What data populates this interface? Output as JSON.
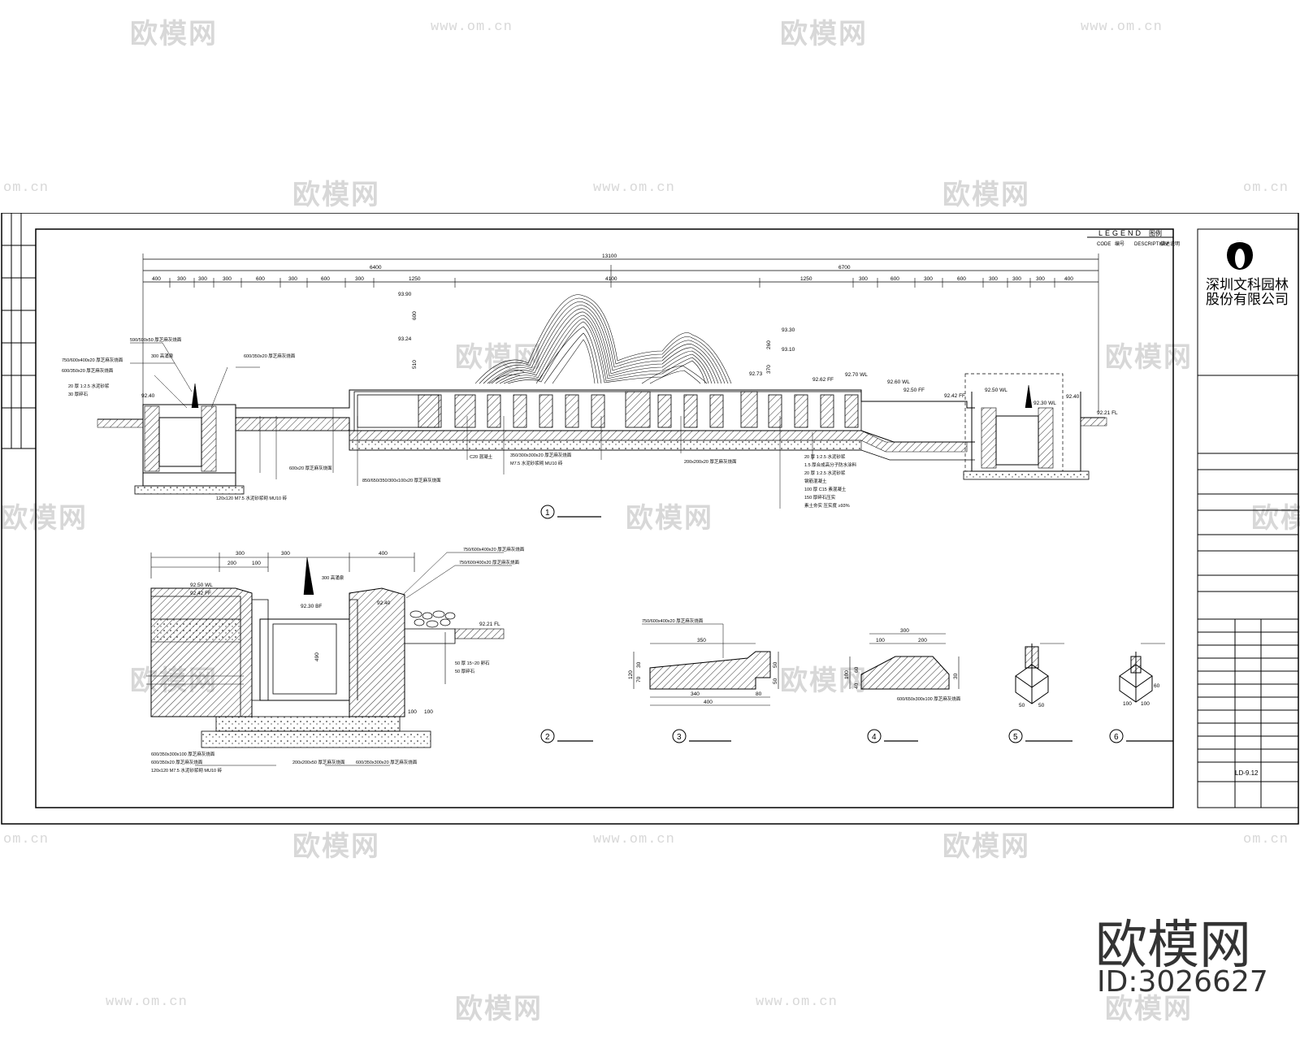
{
  "watermark": {
    "brand": "欧模网",
    "url": "www.om.cn",
    "url_partial": "om.cn"
  },
  "footer": {
    "brand": "欧模网",
    "id": "ID:3026627"
  },
  "legend": {
    "title": "LEGEND",
    "title_cn": "图例",
    "code": "CODE",
    "code_cn": "编号",
    "description": "DESCRIPTION",
    "description_cn": "描述说明"
  },
  "company": {
    "name_line1": "深圳文科园林",
    "name_line2": "股份有限公司"
  },
  "section1": {
    "num": "1",
    "overall": "13100",
    "left_span": "6400",
    "right_span": "6700",
    "dims": [
      "400",
      "300",
      "300",
      "300",
      "600",
      "300",
      "600",
      "300",
      "1250",
      "4100",
      "1250",
      "300",
      "600",
      "300",
      "600",
      "300",
      "300",
      "300",
      "400"
    ],
    "levels": [
      "93.90",
      "93.24",
      "93.30",
      "93.10",
      "92.73",
      "92.62 FF",
      "92.70 WL",
      "92.60 WL",
      "92.50 FF",
      "92.42 FF",
      "92.50 WL",
      "92.30 WL",
      "92.40",
      "92.40",
      "92.21 FL"
    ],
    "dims_v": [
      "600",
      "510",
      "260",
      "370"
    ],
    "labels_left": [
      "590/590x50 厚芝麻灰烧面",
      "600/350x20 厚芝麻灰烧面",
      "750/600x400x20 厚芝麻灰烧面",
      "300 高涌泉",
      "20 厚 1:2.5 水泥砂浆",
      "30 厚碎石"
    ],
    "labels_bottom": [
      "600x20 厚芝麻灰烧面",
      "850/650/350/300x100x20 厚芝麻灰烧面",
      "350/300x300x20 厚芝麻灰烧面",
      "M7.5 水泥砂浆砌 MU10 砖",
      "C20 混凝土",
      "120x120 M7.5 水泥砂浆砌 MU10 砖",
      "200x200x20 厚芝麻灰烧面"
    ],
    "labels_right": [
      "20 厚 1:2.5 水泥砂浆",
      "1.5 厚合成高分子防水涂料",
      "20 厚 1:2.5 水泥砂浆",
      "钢筋混凝土",
      "100 厚 C15 素混凝土",
      "150 厚碎石压实",
      "素土夯实 压实度 ≥93%"
    ]
  },
  "section2": {
    "num": "2",
    "dims": [
      "300",
      "300",
      "400",
      "200",
      "100",
      "490",
      "100",
      "100"
    ],
    "levels": [
      "92.50 WL",
      "92.42 FF",
      "92.40",
      "92.30 BF",
      "92.21 FL"
    ],
    "labels": [
      "750/600x400x20 厚芝麻灰烧面",
      "750/600/400x20 厚芝麻灰烧面",
      "300 高涌泉",
      "600/350x300x100 厚芝麻灰烧面",
      "600/350x20 厚芝麻灰烧面",
      "120x120 M7.5 水泥砂浆砌 MU10 砖",
      "600/350x300x20 厚芝麻灰烧面",
      "200x200x50 厚芝麻灰烧面",
      "50 厚 15~20 卵石",
      "50 厚碎石"
    ]
  },
  "detail3": {
    "num": "3",
    "dims": [
      "350",
      "340",
      "80",
      "400",
      "120",
      "30",
      "70",
      "50",
      "50"
    ],
    "label": "750/600x400x20 厚芝麻灰烧面"
  },
  "detail4": {
    "num": "4",
    "dims": [
      "300",
      "100",
      "200",
      "100",
      "40",
      "60",
      "30"
    ],
    "label": "600/650x300x100 厚芝麻灰烧面"
  },
  "detail5": {
    "num": "5",
    "dims": [
      "50",
      "50"
    ]
  },
  "detail6": {
    "num": "6",
    "dims": [
      "100",
      "100",
      "60"
    ]
  },
  "titleblock": {
    "sheet_no": "LD-9.12"
  }
}
